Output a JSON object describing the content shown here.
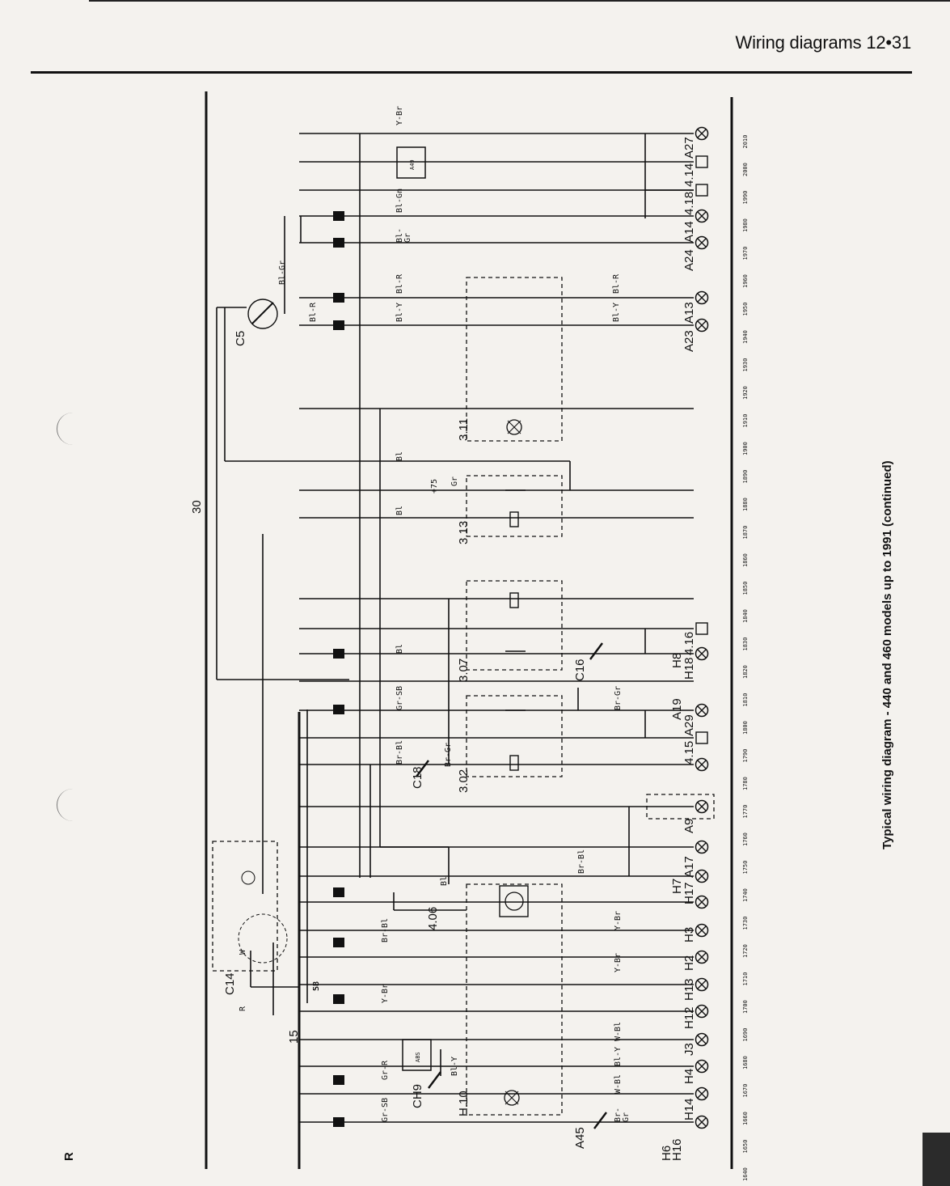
{
  "header": {
    "title": "Wiring diagrams  12•31"
  },
  "caption": "Typical wiring diagram - 440 and 460 models up to 1991 (continued)",
  "diagram": {
    "bus_labels": {
      "b30": "30",
      "b15": "15",
      "b58": "58",
      "bR": "R"
    },
    "grid_numbers": [
      "1640",
      "1650",
      "1660",
      "1670",
      "1680",
      "1690",
      "1700",
      "1710",
      "1720",
      "1730",
      "1740",
      "1750",
      "1760",
      "1770",
      "1780",
      "1790",
      "1800",
      "1810",
      "1820",
      "1830",
      "1840",
      "1850",
      "1860",
      "1870",
      "1880",
      "1890",
      "1900",
      "1910",
      "1920",
      "1930",
      "1940",
      "1950",
      "1960",
      "1970",
      "1980",
      "1990",
      "2000",
      "2010"
    ],
    "bottom_components": [
      "H6\nH16",
      "H14",
      "H4",
      "J3",
      "H12",
      "H13",
      "H2",
      "H3",
      "H17",
      "H7",
      "A17",
      "A9",
      "4.15",
      "A29",
      "A19",
      "H18",
      "H8",
      "4.16",
      "A23",
      "A13",
      "A24",
      "A14",
      "4.18",
      "4.14",
      "A27"
    ],
    "components": {
      "c14": "C14",
      "c5": "C5",
      "c18": "C18",
      "c16": "C16",
      "ch9": "CH9",
      "a45": "A45",
      "h10": "H.10",
      "r406": "4.06",
      "r302": "3.02",
      "r307": "3.07",
      "r313": "3.13",
      "r311": "3.11",
      "abs": "ABS",
      "a49": "A49",
      "plus75": "+75"
    },
    "wire_colors": {
      "yb_top": "Y-Br",
      "blgn": "Bl-Gn",
      "blgr": "Bl-\nGr",
      "blgr2": "Bl-Gr",
      "blr1": "Bl-R",
      "bly1": "Bl-Y",
      "blr2": "Bl-R",
      "bly2": "Bl-Y",
      "blr3": "Bl-R",
      "bl1": "Bl",
      "bl2": "Bl",
      "bl3": "Bl",
      "bl4": "Bl",
      "grsb": "Gr-SB",
      "brgr": "Br-Gr",
      "brbl": "Br-Bl",
      "brbl2": "Br-Bl",
      "brbl3": "Br-Bl",
      "brgr2": "Br-Gr",
      "gr": "Gr",
      "ybr2": "Y-Br",
      "ybr3": "Y-Br",
      "ybr4": "Y-Br",
      "wbl": "W-Bl",
      "wbl2": "W-Bl",
      "bly3": "Bl-Y",
      "bly4": "Bl-Y",
      "grr": "Gr-R",
      "grsb2": "Gr-SB",
      "brgr3": "Br-\nGr",
      "sb": "SB",
      "w": "W",
      "r": "R"
    }
  }
}
